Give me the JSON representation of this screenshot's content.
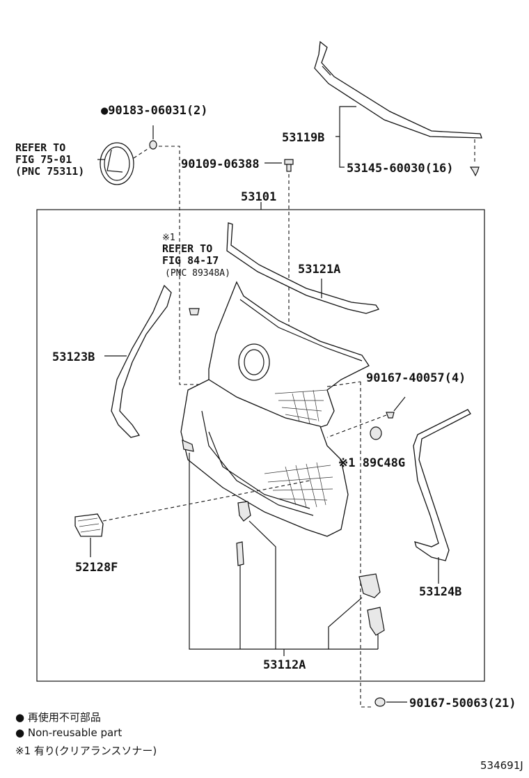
{
  "labels": {
    "p90183": "●90183-06031(2)",
    "refer1_a": "REFER TO",
    "refer1_b": "FIG 75-01",
    "refer1_c": "(PNC 75311)",
    "p53119b": "53119B",
    "p90109": "90109-06388",
    "p53145": "53145-60030(16)",
    "p53101": "53101",
    "note1": "※1",
    "refer2_a": "REFER TO",
    "refer2_b": "FIG 84-17",
    "refer2_c": "(PNC 89348A)",
    "p53121a": "53121A",
    "p53123b": "53123B",
    "p90167a": "90167-40057(4)",
    "p89c48g": "※1 89C48G",
    "p52128f": "52128F",
    "p53124b": "53124B",
    "p53112a": "53112A",
    "p90167b": "90167-50063(21)"
  },
  "legend": {
    "line1": "● 再使用不可部品",
    "line2": "● Non-reusable part",
    "line3": "※1 有り(クリアランスソナー)"
  },
  "diagram_id": "534691J"
}
